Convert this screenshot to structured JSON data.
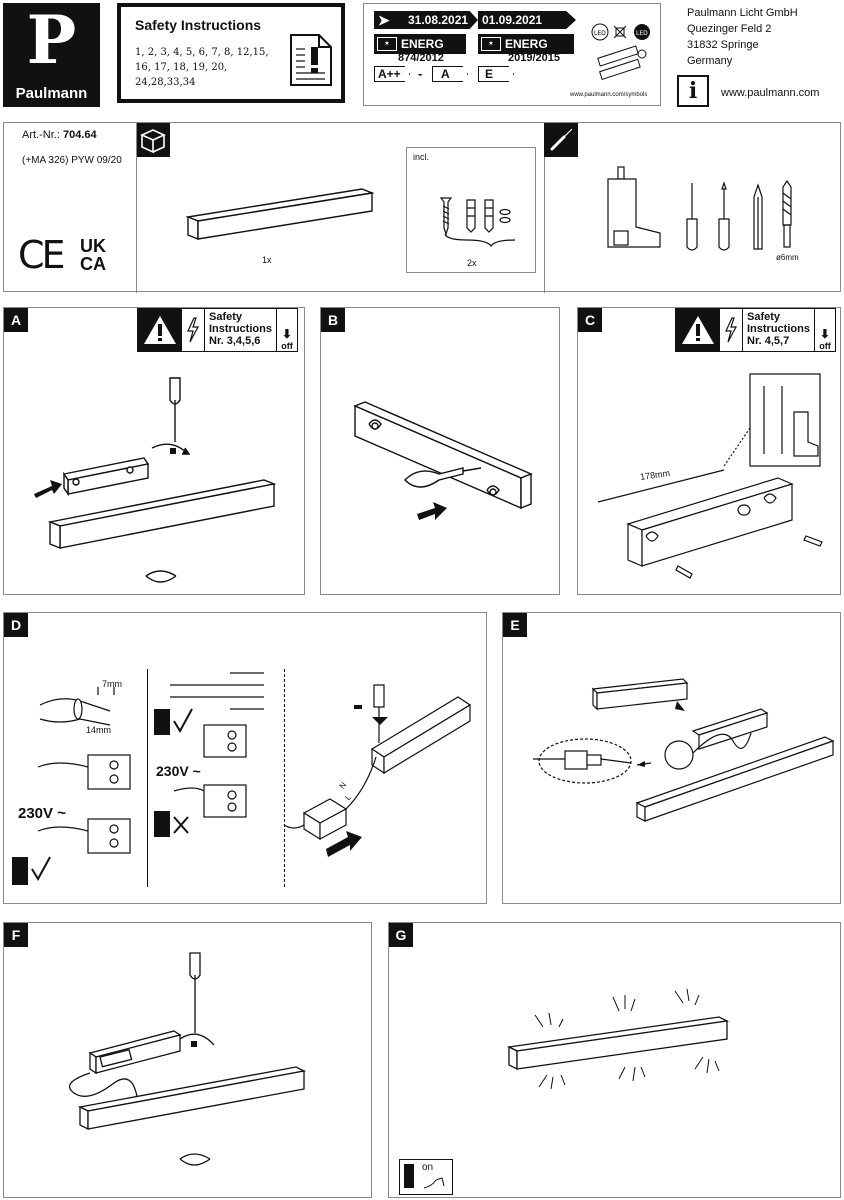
{
  "header": {
    "brand": "Paulmann",
    "logo_letter": "P",
    "safety_title": "Safety Instructions",
    "safety_numbers": "1, 2, 3, 4, 5, 6, 7, 8, 12,15, 16, 17, 18, 19, 20, 24,28,33,34",
    "energy": {
      "date1": "31.08.2021",
      "date2": "01.09.2021",
      "label1": "ENERG",
      "reg1": "874/2012",
      "reg2": "2019/2015",
      "class1_from": "A++",
      "class1_sep": "-",
      "class1_to": "A",
      "class2": "E",
      "sym_url": "www.paulmann.com/symbols"
    },
    "address": {
      "line1": "Paulmann Licht GmbH",
      "line2": "Quezinger Feld 2",
      "line3": "31832 Springe",
      "line4": "Germany",
      "web": "www.paulmann.com"
    }
  },
  "product": {
    "art_label": "Art.-Nr.:",
    "art_no": "704.64",
    "art_sub": "(+MA 326) PYW 09/20",
    "qty_light": "1x",
    "incl": "incl.",
    "qty_screws": "2x",
    "drill_size": "ø6mm",
    "marks": [
      "CE",
      "UK",
      "CA"
    ]
  },
  "steps": {
    "A": {
      "label": "A",
      "safety": "Safety",
      "instructions": "Instructions",
      "nr": "Nr. 3,4,5,6",
      "off": "off"
    },
    "B": {
      "label": "B"
    },
    "C": {
      "label": "C",
      "safety": "Safety",
      "instructions": "Instructions",
      "nr": "Nr. 4,5,7",
      "off": "off",
      "dim": "178mm"
    },
    "D": {
      "label": "D",
      "strip1": "7mm",
      "strip2": "14mm",
      "voltage1": "230V ~",
      "voltage2": "230V ~",
      "n": "N",
      "l": "L"
    },
    "E": {
      "label": "E"
    },
    "F": {
      "label": "F"
    },
    "G": {
      "label": "G",
      "on": "on"
    }
  }
}
